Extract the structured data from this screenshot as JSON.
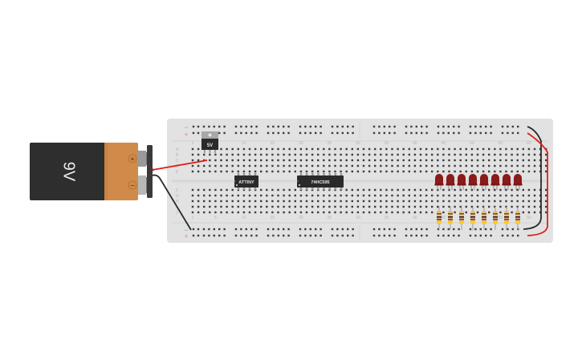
{
  "battery": {
    "label": "9V",
    "plus": "+",
    "minus": "−",
    "colors": {
      "body": "#2e2e2e",
      "cap": "#d08a4a",
      "terminal": "#9a9a9a",
      "clip": "#3a3a3a"
    }
  },
  "breadboard": {
    "color": "#e2e2e2",
    "hole_color": "#3c3c3c",
    "label_color": "#b4b4b4",
    "columns": 63,
    "column_labels": [
      "1",
      "5",
      "10",
      "15",
      "20",
      "25",
      "30",
      "35",
      "40",
      "45",
      "50",
      "55",
      "60"
    ],
    "rows_top": [
      "A",
      "B",
      "C",
      "D",
      "E"
    ],
    "rows_bottom": [
      "F",
      "G",
      "H",
      "I",
      "J"
    ],
    "rail_minus": "−",
    "rail_plus": "+",
    "rail_minus_color": "#7aa7d8",
    "rail_plus_color": "#e58a8a"
  },
  "components": {
    "regulator": {
      "label": "5V"
    },
    "attiny": {
      "label": "ATTINY"
    },
    "shift_register": {
      "label": "74HC595"
    },
    "leds": {
      "count": 8,
      "color": "#8b1a1a"
    },
    "resistors": {
      "count": 8,
      "color": "#e2be7e"
    }
  },
  "wires": {
    "red": "#e01d1d",
    "black": "#2a2a2a"
  }
}
